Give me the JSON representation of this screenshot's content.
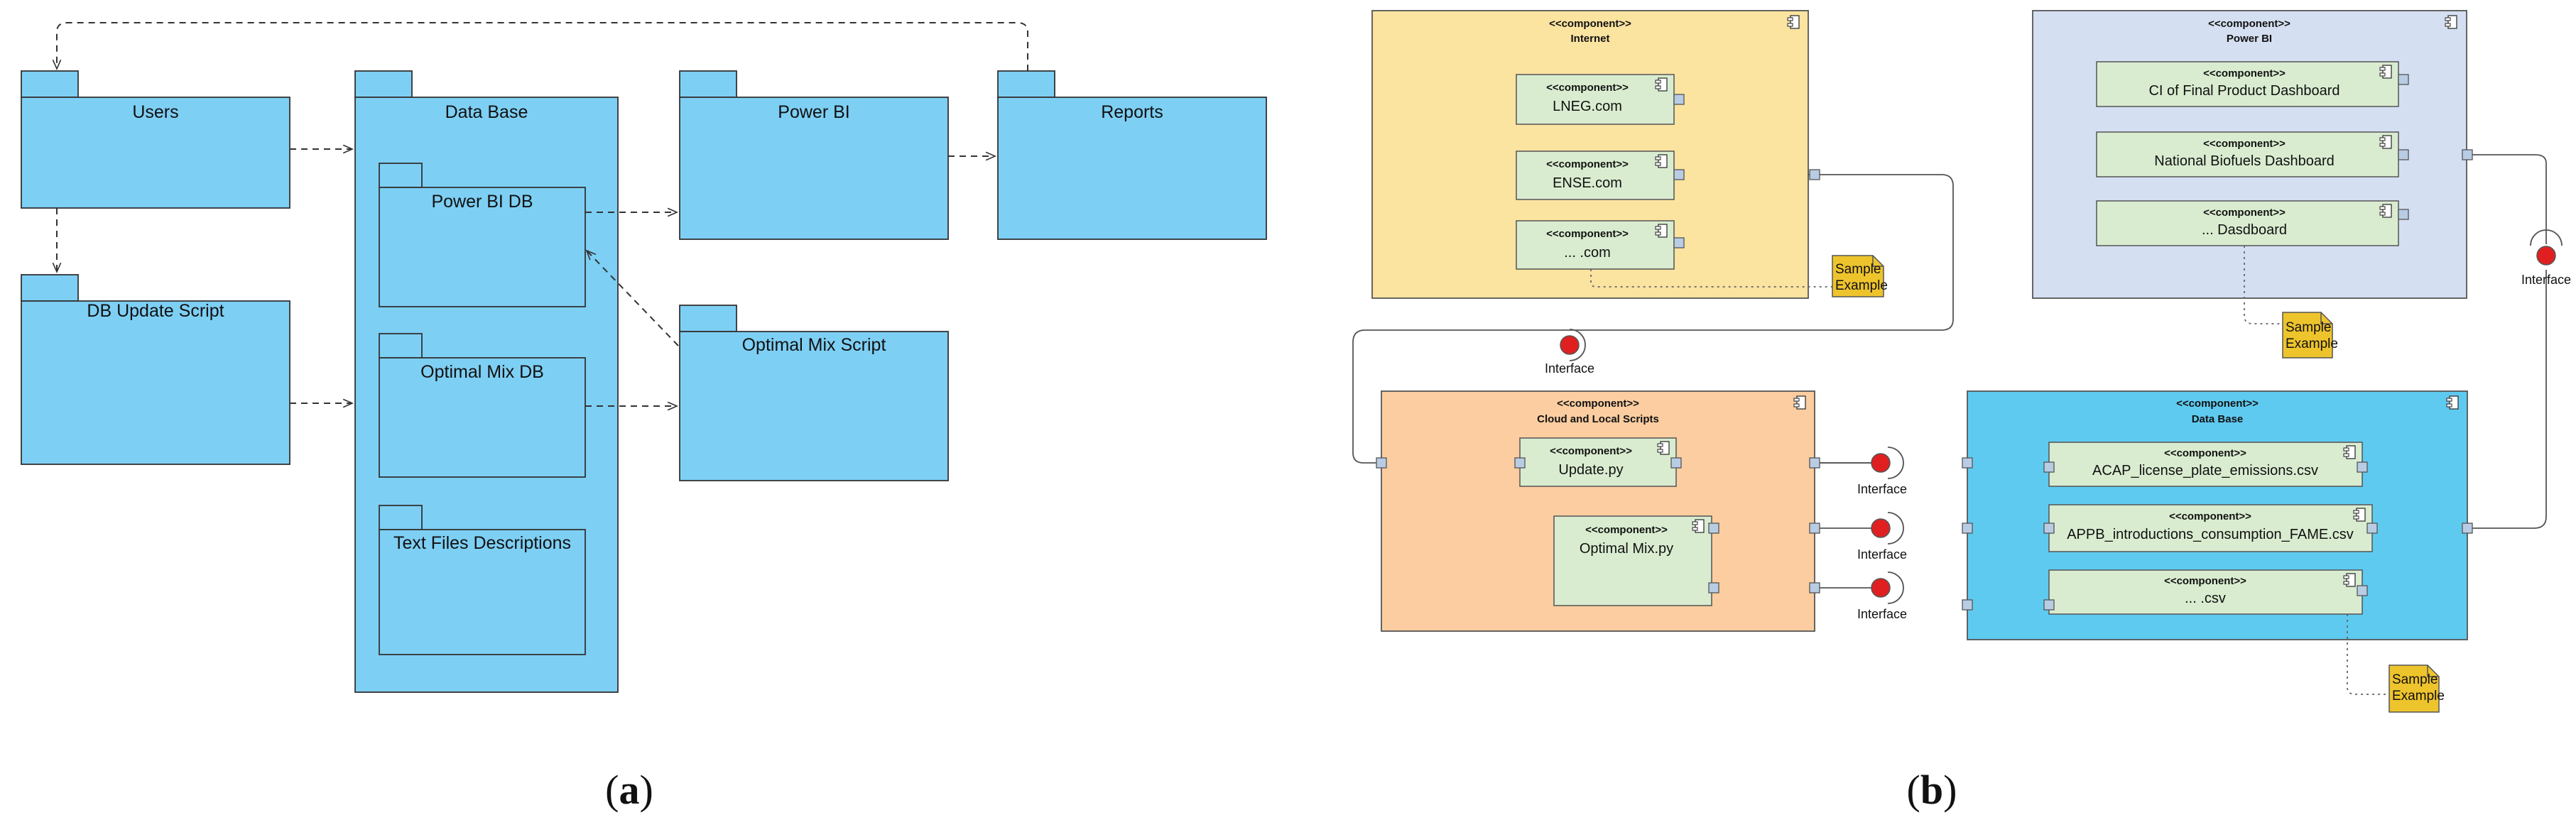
{
  "colors": {
    "package": "#7ecff4",
    "internet": "#fbe3a0",
    "powerbi_group": "#d5dff2",
    "scripts": "#fbcda0",
    "database_group": "#5fcaf0",
    "component": "#d9ecd0",
    "interface_dot": "#e02020",
    "note": "#eec42d",
    "port": "#b8cce4"
  },
  "panel_a": {
    "caption_letter": "a",
    "packages": {
      "users": "Users",
      "database": "Data Base",
      "powerbi": "Power BI",
      "reports": "Reports",
      "db_update_script": "DB Update Script",
      "optimal_mix_script": "Optimal Mix Script"
    },
    "nested": {
      "powerbi_db": "Power BI DB",
      "optimal_mix_db": "Optimal Mix DB",
      "text_files": "Text Files Descriptions"
    }
  },
  "panel_b": {
    "caption_letter": "b",
    "stereotype": "<<component>>",
    "groups": {
      "internet": "Internet",
      "powerbi": "Power BI",
      "scripts": "Cloud and Local Scripts",
      "database": "Data Base"
    },
    "internet_components": [
      "LNEG.com",
      "ENSE.com",
      "... .com"
    ],
    "powerbi_components": [
      "CI of Final Product Dashboard",
      "National Biofuels Dashboard",
      "... Dasdboard"
    ],
    "script_components": [
      "Update.py",
      "Optimal Mix.py"
    ],
    "database_components": [
      "ACAP_license_plate_emissions.csv",
      "APPB_introductions_consumption_FAME.csv",
      "... .csv"
    ],
    "interface_label": "Interface",
    "note_line1": "Sample",
    "note_line2": "Example"
  }
}
